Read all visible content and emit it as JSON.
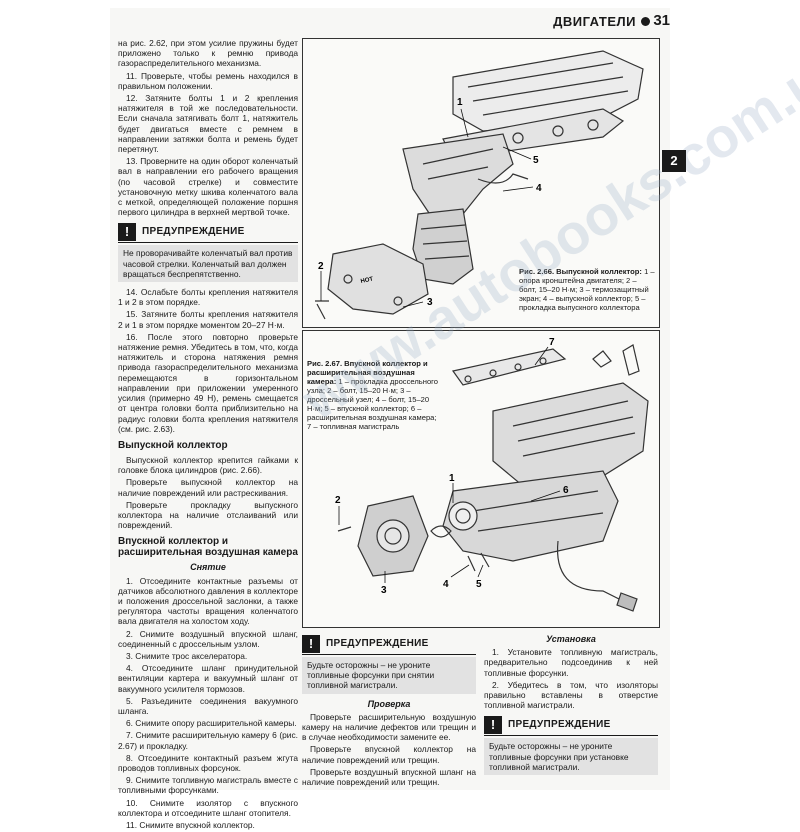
{
  "header": {
    "title": "ДВИГАТЕЛИ",
    "page_number": "31",
    "section_tab": "2"
  },
  "col1": {
    "p_intro": "на рис. 2.62, при этом усилие пружины будет приложено только к ремню привода газораспределительного механизма.",
    "p11": "11. Проверьте, чтобы ремень находился в правильном положении.",
    "p12": "12. Затяните болты 1 и 2 крепления натяжителя в той же последовательности. Если сначала затягивать болт 1, натяжитель будет двигаться вместе с ремнем в направлении затяжки болта и ремень будет перетянут.",
    "p13": "13. Проверните на один оборот коленчатый вал в направлении его рабочего вращения (по часовой стрелке) и совместите установочную метку шкива коленчатого вала с меткой, определяющей положение поршня первого цилиндра в верхней мертвой точке.",
    "warn_title": "ПРЕДУПРЕЖДЕНИЕ",
    "warn_text": "Не проворачивайте коленчатый вал против часовой стрелки. Коленчатый вал должен вращаться беспрепятственно.",
    "p14": "14. Ослабьте болты крепления натяжителя 1 и 2 в этом порядке.",
    "p15": "15. Затяните болты крепления натяжителя 2 и 1 в этом порядке моментом 20–27 Н·м.",
    "p16": "16. После этого повторно проверьте натяжение ремня. Убедитесь в том, что, когда натяжитель и сторона натяжения ремня привода газораспределительного механизма перемещаются в горизонтальном направлении при приложении умеренного усилия (примерно 49 Н), ремень смещается от центра головки болта приблизительно на радиус головки болта крепления натяжителя (см. рис. 2.63).",
    "sec_exhaust": "Выпускной коллектор",
    "ex_p1": "Выпускной коллектор крепится гайками к головке блока цилиндров (рис. 2.66).",
    "ex_p2": "Проверьте выпускной коллектор на наличие повреждений или растрескивания.",
    "ex_p3": "Проверьте прокладку выпускного коллектора на наличие отслаиваний или повреждений.",
    "sec_intake": "Впускной коллектор и расширительная воздушная камера",
    "sub_removal": "Снятие",
    "r1": "1. Отсоедините контактные разъемы от датчиков абсолютного давления в коллекторе и положения дроссельной заслонки, а также регулятора частоты вращения коленчатого вала двигателя на холостом ходу.",
    "r2": "2. Снимите воздушный впускной шланг, соединенный с дроссельным узлом.",
    "r3": "3. Снимите трос акселератора.",
    "r4": "4. Отсоедините шланг принудительной вентиляции картера и вакуумный шланг от вакуумного усилителя тормозов.",
    "r5": "5. Разъедините соединения вакуумного шланга.",
    "r6": "6. Снимите опору расширительной камеры.",
    "r7": "7. Снимите расширительную камеру 6 (рис. 2.67) и прокладку.",
    "r8": "8. Отсоедините контактный разъем жгута проводов топливных форсунок.",
    "r9": "9. Снимите топливную магистраль вместе с топливными форсунками.",
    "r10": "10. Снимите изолятор с впускного коллектора и отсоедините шланг отопителя.",
    "r11": "11. Снимите впускной коллектор."
  },
  "fig266": {
    "labels": [
      "1",
      "2",
      "3",
      "4",
      "5"
    ],
    "title": "Рис. 2.66. Выпускной коллектор:",
    "caption": "1 – опора кронштейна двигателя; 2 – болт, 15–20 Н·м; 3 – термозащитный экран; 4 – выпускной коллектор; 5 – прокладка выпускного коллектора"
  },
  "fig267": {
    "labels": [
      "1",
      "2",
      "3",
      "4",
      "5",
      "6",
      "7"
    ],
    "title": "Рис. 2.67. Впускной коллектор и расширительная воздушная камера:",
    "caption": "1 – прокладка дроссельного узла; 2 – болт, 15–20 Н·м; 3 – дроссельный узел; 4 – болт, 15–20 Н·м; 5 – впускной коллектор; 6 – расширительная воздушная камера; 7 – топливная магистраль"
  },
  "col2": {
    "warn_title": "ПРЕДУПРЕЖДЕНИЕ",
    "warn_text": "Будьте осторожны – не уроните топливные форсунки при снятии топливной магистрали.",
    "sub_check": "Проверка",
    "c1": "Проверьте расширительную воздушную камеру на наличие дефектов или трещин и в случае необходимости замените ее.",
    "c2": "Проверьте впускной коллектор на наличие повреждений или трещин.",
    "c3": "Проверьте воздушный впускной шланг на наличие повреждений или трещин."
  },
  "col3": {
    "sub_install": "Установка",
    "i1": "1. Установите топливную магистраль, предварительно подсоединив к ней топливные форсунки.",
    "i2": "2. Убедитесь в том, что изоляторы правильно вставлены в отверстие топливной магистрали.",
    "warn_title": "ПРЕДУПРЕЖДЕНИЕ",
    "warn_text": "Будьте осторожны – не уроните топливные форсунки при установке топливной магистрали."
  },
  "watermark": "www.autobooks.com.ua"
}
